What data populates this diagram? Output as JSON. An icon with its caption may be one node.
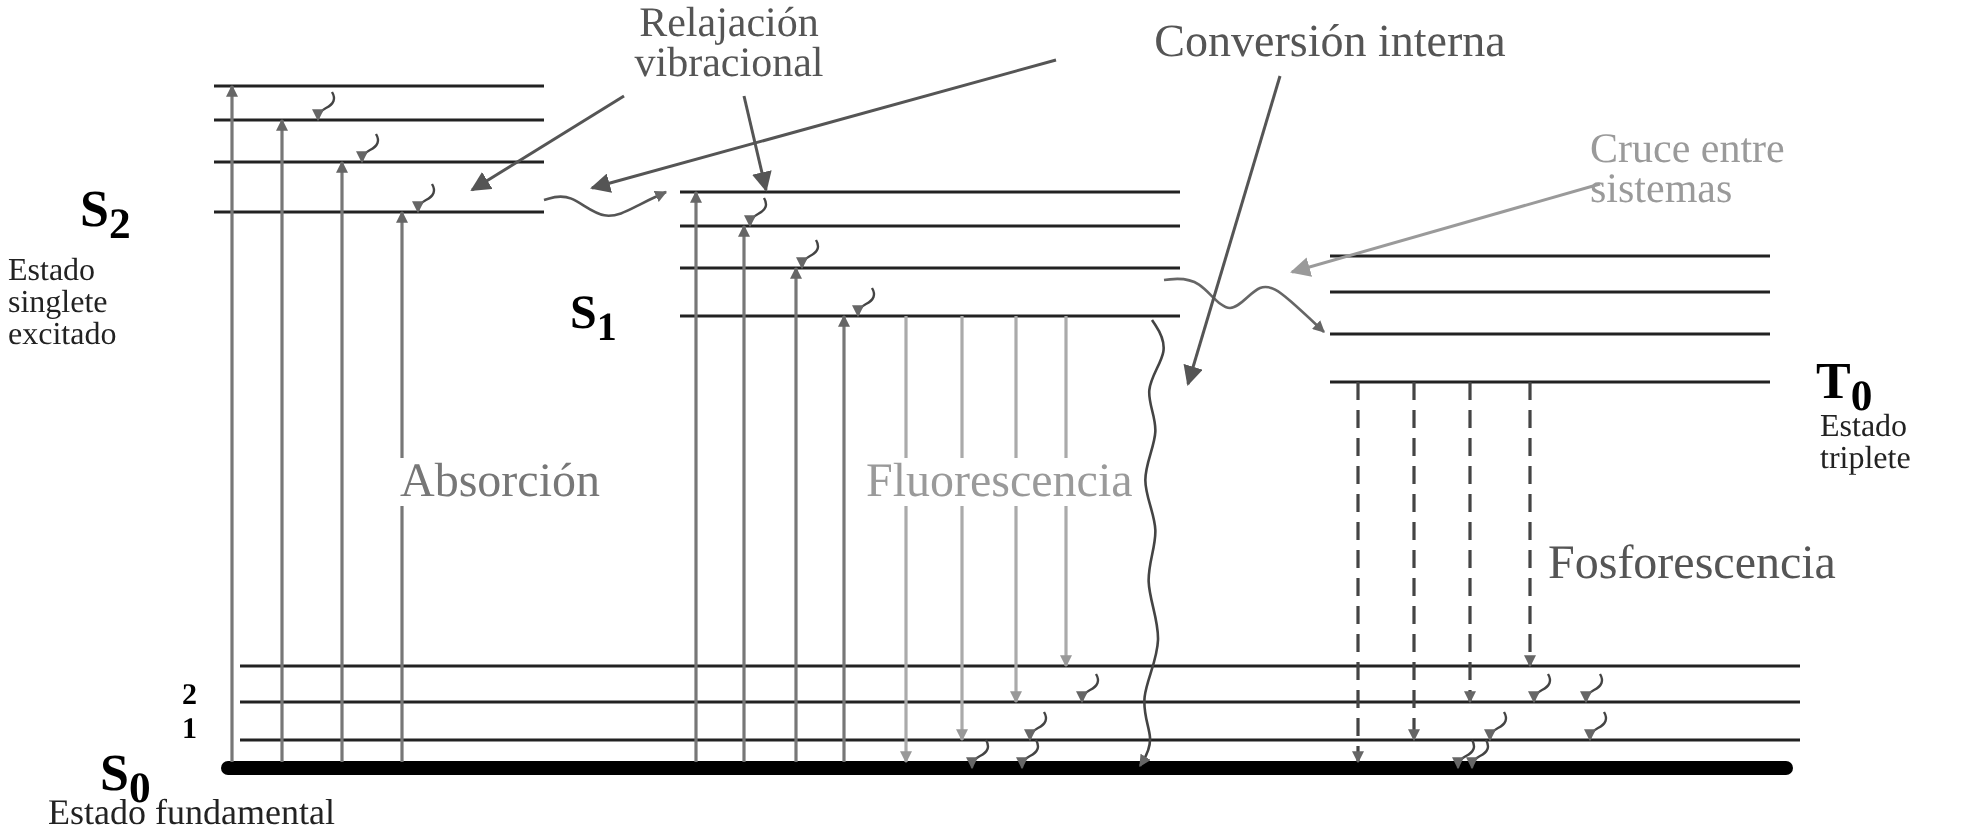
{
  "diagram": {
    "nodes": [
      {
        "text": [
          "Relajación vibracional"
        ]
      },
      {
        "text": [
          "Conversión interna"
        ]
      },
      {
        "text": [
          "Cruce entre sistemas"
        ]
      }
    ],
    "edges": [
      {
        "from": 0,
        "to": null,
        "arrow": "to"
      },
      {
        "from": 0,
        "to": null,
        "arrow": "to"
      },
      {
        "from": 1,
        "to": null,
        "arrow": "to"
      },
      {
        "from": 1,
        "to": null,
        "arrow": "to"
      },
      {
        "from": 2,
        "to": null,
        "arrow": "to",
        "color": "#9a9a9a"
      }
    ],
    "labels": [
      "S$_{2}$",
      "Estado singlete excitado",
      "S$_{1}$",
      "T$_{0}$",
      "Estado triplete",
      "Absorción",
      "Fluorescencia",
      "Fosforescencia",
      "2",
      "1",
      "S$_{0}$",
      "Estado fundamental"
    ]
  }
}
